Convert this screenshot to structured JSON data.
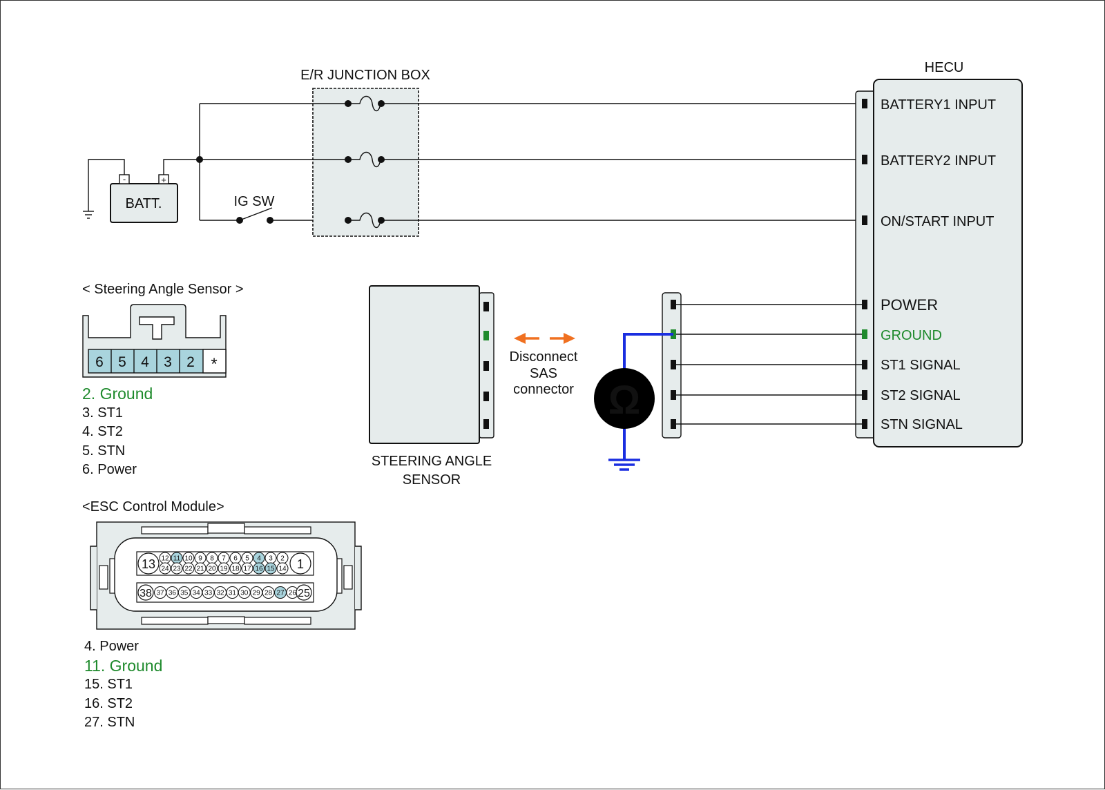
{
  "junction_box": {
    "title": "E/R JUNCTION BOX"
  },
  "battery": {
    "label": "BATT.",
    "neg": "-",
    "pos": "+"
  },
  "ig_switch": {
    "label": "IG SW"
  },
  "hecu": {
    "title": "HECU",
    "inputs": [
      "BATTERY1 INPUT",
      "BATTERY2 INPUT",
      "ON/START INPUT"
    ],
    "signals": [
      "POWER",
      "GROUND",
      "ST1 SIGNAL",
      "ST2 SIGNAL",
      "STN SIGNAL"
    ]
  },
  "sensor": {
    "label_line1": "STEERING ANGLE",
    "label_line2": "SENSOR"
  },
  "instruction": {
    "line1": "Disconnect",
    "line2": "SAS",
    "line3": "connector"
  },
  "ohmmeter": {
    "symbol": "Ω"
  },
  "sas_connector": {
    "title": "< Steering Angle Sensor >",
    "pins": [
      "6",
      "5",
      "4",
      "3",
      "2",
      "*"
    ],
    "legend": [
      "2. Ground",
      "3. ST1",
      "4. ST2",
      "5. STN",
      "6. Power"
    ]
  },
  "esc_connector": {
    "title": "<ESC Control Module>",
    "big_left_top": "13",
    "big_right_top": "1",
    "big_left_bottom": "38",
    "big_right_bottom": "25",
    "row1": [
      "12",
      "11",
      "10",
      "9",
      "8",
      "7",
      "6",
      "5",
      "4",
      "3",
      "2"
    ],
    "row2": [
      "24",
      "23",
      "22",
      "21",
      "20",
      "19",
      "18",
      "17",
      "16",
      "15",
      "14"
    ],
    "row3": [
      "37",
      "36",
      "35",
      "34",
      "33",
      "32",
      "31",
      "30",
      "29",
      "28",
      "27",
      "26"
    ],
    "highlighted": [
      "11",
      "4",
      "16",
      "15",
      "27"
    ],
    "legend": [
      "4. Power",
      "11. Ground",
      "15. ST1",
      "16. ST2",
      "27. STN"
    ]
  },
  "colors": {
    "ground_green": "#1e8a2c",
    "meter_lead_blue": "#1a2ee0",
    "arrow_orange": "#f07020",
    "pin_highlight": "#a9d4dd",
    "box_fill": "#e6ecec"
  }
}
